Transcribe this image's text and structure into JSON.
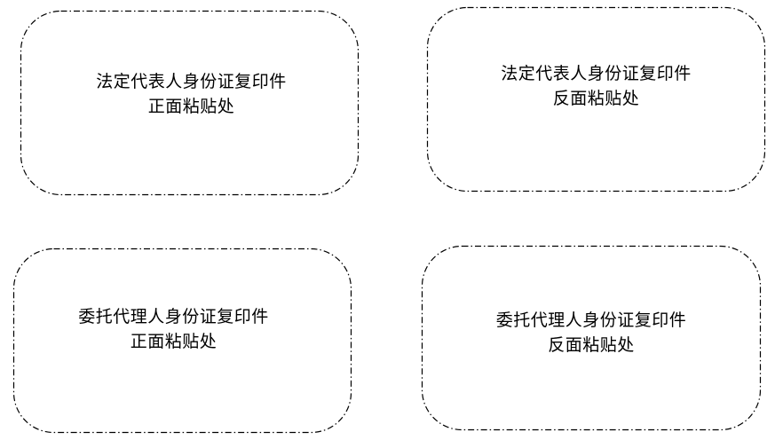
{
  "boxes": [
    {
      "id": "legal-rep-front",
      "line1": "法定代表人身份证复印件",
      "line2": "正面粘贴处"
    },
    {
      "id": "legal-rep-back",
      "line1": "法定代表人身份证复印件",
      "line2": "反面粘贴处"
    },
    {
      "id": "agent-front",
      "line1": "委托代理人身份证复印件",
      "line2": "正面粘贴处"
    },
    {
      "id": "agent-back",
      "line1": "委托代理人身份证复印件",
      "line2": "反面粘贴处"
    }
  ],
  "style": {
    "border_color": "#000000",
    "border_pattern": "dash-dot"
  }
}
